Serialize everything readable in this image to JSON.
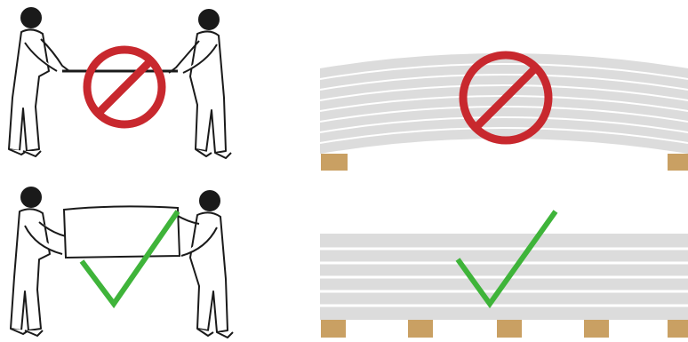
{
  "title": "",
  "colors": {
    "prohibited": "#c8282e",
    "approved": "#3fb43a",
    "sheet_fill": "#dcdcdc",
    "sheet_line": "#ffffff",
    "pallet_block": "#c9a063",
    "figure_stroke": "#1a1a1a"
  },
  "panels": [
    {
      "id": "carry-wrong",
      "icon": "prohibition-icon",
      "meaning": "incorrect"
    },
    {
      "id": "stack-wrong",
      "icon": "prohibition-icon",
      "meaning": "incorrect"
    },
    {
      "id": "carry-right",
      "icon": "checkmark-icon",
      "meaning": "correct"
    },
    {
      "id": "stack-right",
      "icon": "checkmark-icon",
      "meaning": "correct"
    }
  ],
  "stack_wrong": {
    "sheet_count": 9,
    "support_blocks": 2
  },
  "stack_right": {
    "sheet_count": 6,
    "support_blocks": 5
  }
}
